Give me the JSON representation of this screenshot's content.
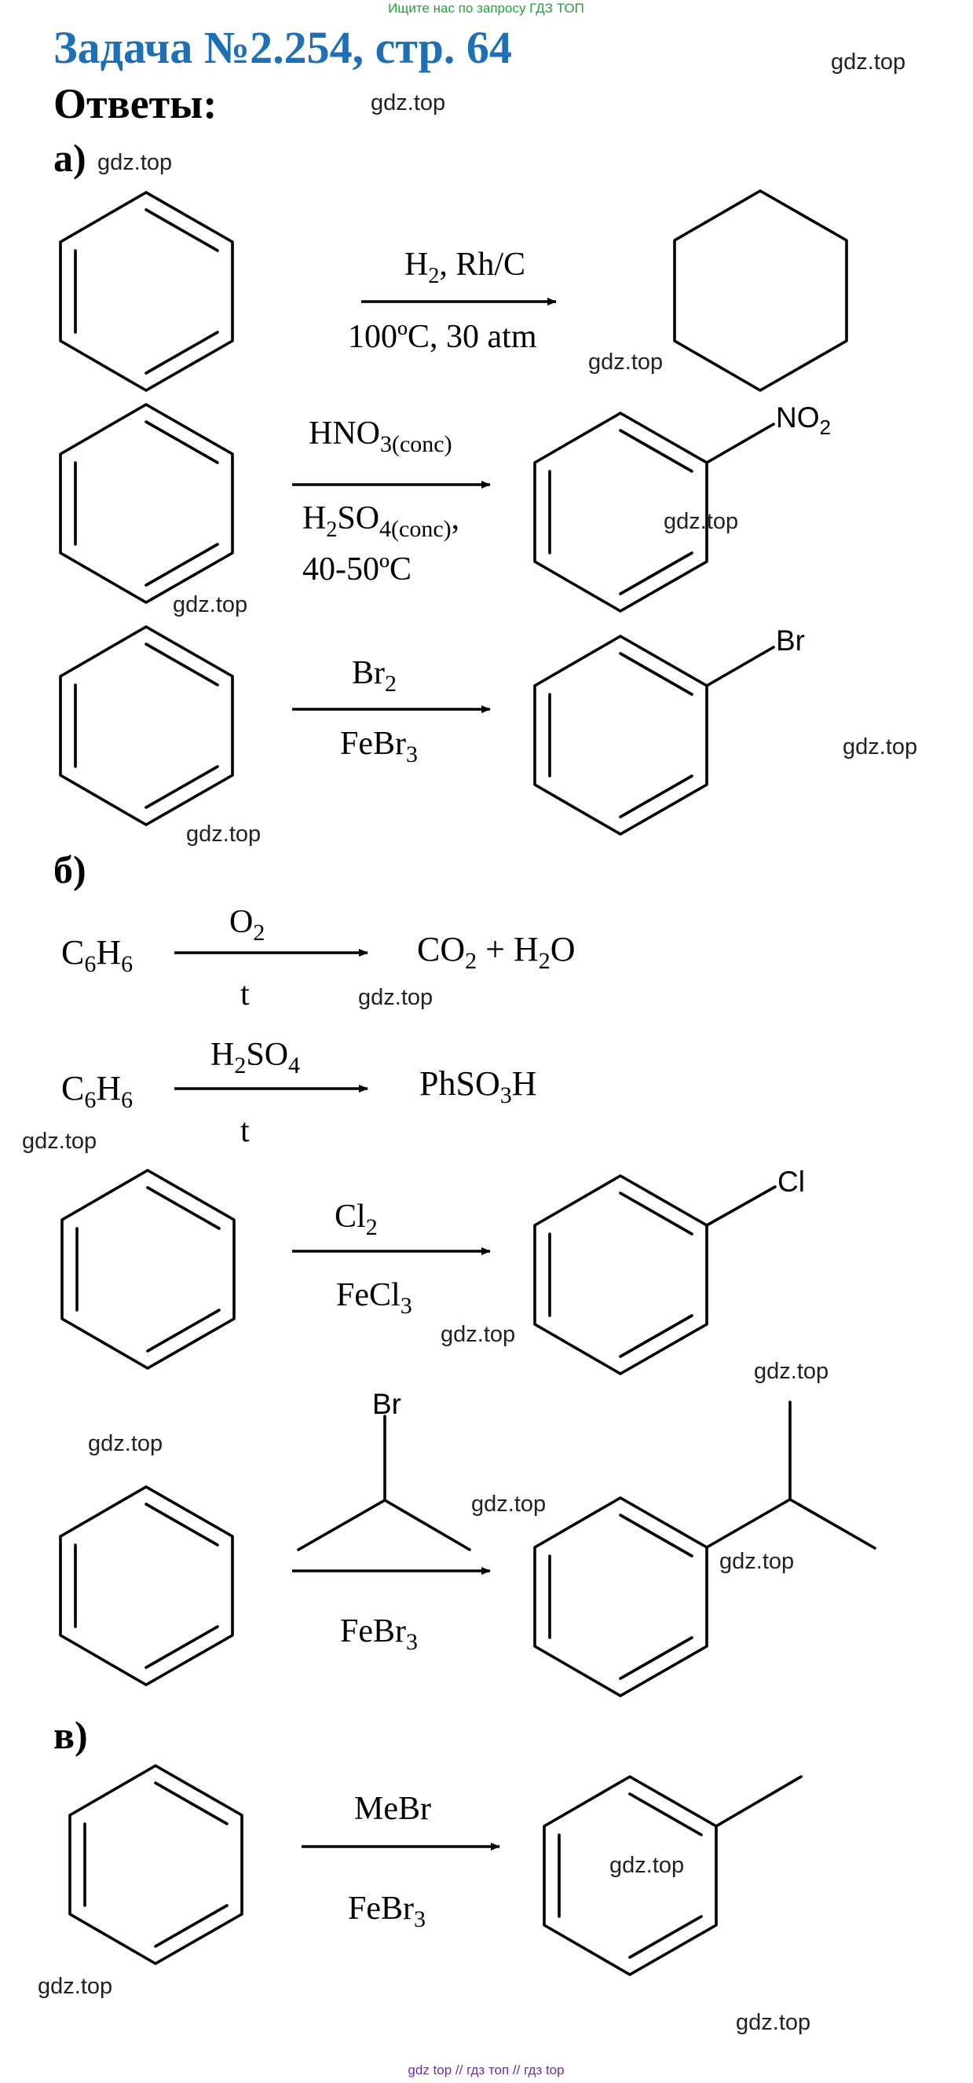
{
  "top_banner": "Ищите нас по запросу ГДЗ ТОП",
  "title": "Задача №2.254, стр. 64",
  "answers_label": "Ответы:",
  "watermark": "gdz.top",
  "footer": "gdz top  //  гдз топ  //  гдз top",
  "colors": {
    "title": "#1e6fb4",
    "banner": "#22a33a",
    "footer": "#6b2fa8"
  },
  "sections": [
    {
      "label": "а)",
      "reactions": [
        {
          "above": [
            "H",
            "2",
            ", Rh/C"
          ],
          "below": "100ºC, 30 atm",
          "product": "cyclohexane"
        },
        {
          "above": [
            "HNO",
            "3(conc)"
          ],
          "below1": [
            "H",
            "2",
            "SO",
            "4(conc)",
            ","
          ],
          "below2": "40-50ºC",
          "product": "nitrobenzene",
          "substituent": [
            "NO",
            "2"
          ]
        },
        {
          "above": [
            "Br",
            "2"
          ],
          "below": [
            "FeBr",
            "3"
          ],
          "product": "bromobenzene",
          "substituent": "Br"
        }
      ]
    },
    {
      "label": "б)",
      "reactions": [
        {
          "reactant": [
            "C",
            "6",
            "H",
            "6"
          ],
          "above": [
            "O",
            "2"
          ],
          "below": "t",
          "product": [
            "CO",
            "2",
            " + H",
            "2",
            "O"
          ]
        },
        {
          "reactant": [
            "C",
            "6",
            "H",
            "6"
          ],
          "above": [
            "H",
            "2",
            "SO",
            "4"
          ],
          "below": "t",
          "product": [
            "PhSO",
            "3",
            "H"
          ]
        },
        {
          "above": [
            "Cl",
            "2"
          ],
          "below": [
            "FeCl",
            "3"
          ],
          "product": "chlorobenzene",
          "substituent": "Cl"
        },
        {
          "reagent_atom": "Br",
          "below": [
            "FeBr",
            "3"
          ],
          "product": "cumene"
        }
      ]
    },
    {
      "label": "в)",
      "reactions": [
        {
          "above": "MeBr",
          "below": [
            "FeBr",
            "3"
          ],
          "product": "toluene"
        }
      ]
    }
  ]
}
